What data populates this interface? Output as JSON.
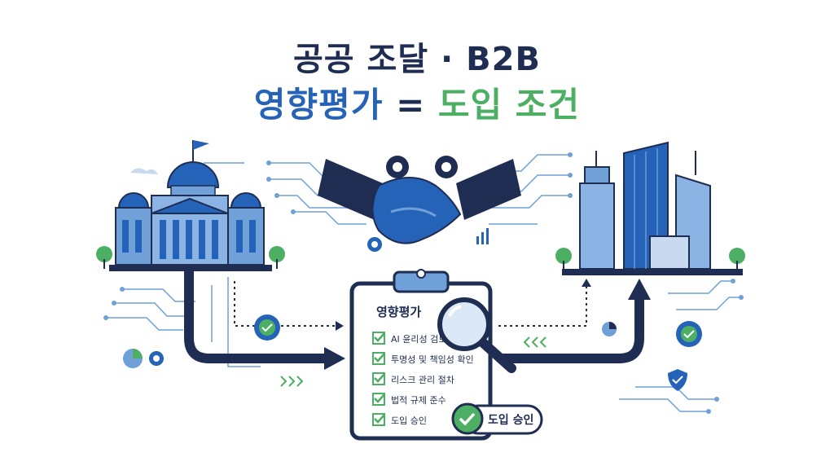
{
  "title": {
    "line1": "공공 조달 · B2B",
    "line2_part1": "영향평가",
    "line2_eq": " = ",
    "line2_part2": "도입 조건"
  },
  "clipboard": {
    "heading": "영향평가",
    "items": [
      "AI 윤리성 검토",
      "투명성 및 책임성 확인",
      "리스크 관리 절차",
      "법적 규제 준수",
      "도입 승인"
    ]
  },
  "approval_badge": {
    "label": "도입 승인"
  },
  "colors": {
    "navy": "#1f2d52",
    "blue": "#2563b8",
    "light_blue": "#6fa0d8",
    "green": "#4caf63"
  }
}
